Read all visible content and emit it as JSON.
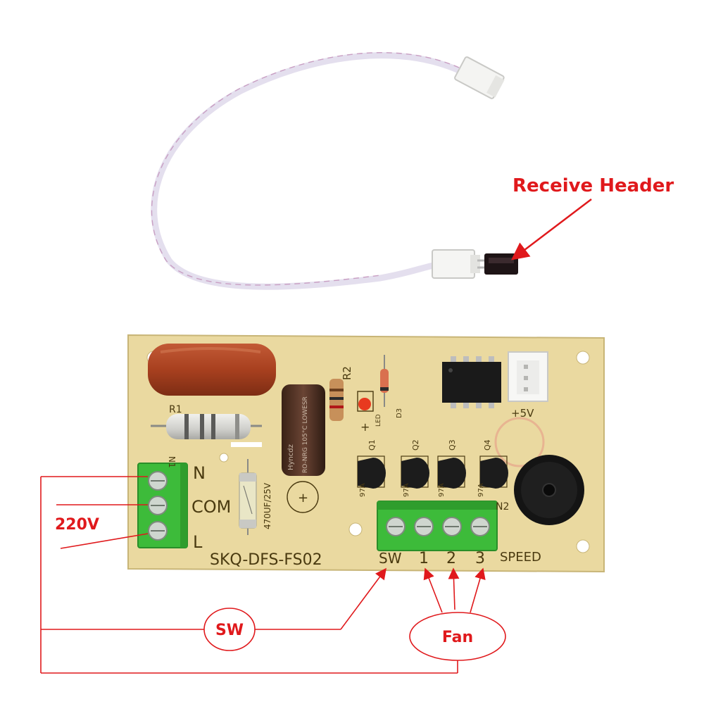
{
  "callouts": {
    "receive_header": "Receive Header",
    "voltage": "220V",
    "sw_bubble": "SW",
    "fan_bubble": "Fan"
  },
  "board": {
    "model": "SKQ-DFS-FS02",
    "left_terminal_labels": [
      "N",
      "COM",
      "L"
    ],
    "left_block_ref": "N1",
    "right_block_ref": "N2",
    "right_terminal_labels": [
      "SW",
      "1",
      "2",
      "3"
    ],
    "speed_label": "SPEED",
    "plus5v_label": "+5V",
    "r2_label": "R2",
    "r1_label": "R1",
    "d3_label": "D3",
    "led_label": "LED",
    "plus_label": "+",
    "transistor_labels": [
      "Q1",
      "Q2",
      "Q3",
      "Q4"
    ],
    "transistor_marks": [
      "97A",
      "97A",
      "97A",
      "97A"
    ],
    "cap_rating": "470UF/25V",
    "elcap_brand": "Hyncdz",
    "elcap_series": "RO-NRG 105°C LOWESR"
  },
  "colors": {
    "accent_red": "#e0191c",
    "pcb": "#ead9a0",
    "terminal_green": "#3dbb3a",
    "film_cap": "#a8401f"
  }
}
